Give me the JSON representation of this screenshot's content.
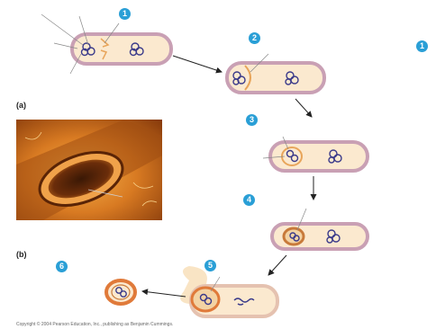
{
  "steps": {
    "s1": "1",
    "s2": "2",
    "s3": "3",
    "s4": "4",
    "s5": "5",
    "s6": "6",
    "s1_right": "1"
  },
  "panels": {
    "a": "(a)",
    "b": "(b)"
  },
  "copyright": "Copyright © 2004 Pearson Education, Inc., publishing as Benjamin Cummings.",
  "colors": {
    "cell_wall": "#c9a0b4",
    "cytoplasm": "#fbe9cf",
    "spore_coat": "#e8a55a",
    "chromosome": "#3a3a8a",
    "badge": "#2a9fd6",
    "photo_bg": "#c86b1a"
  }
}
